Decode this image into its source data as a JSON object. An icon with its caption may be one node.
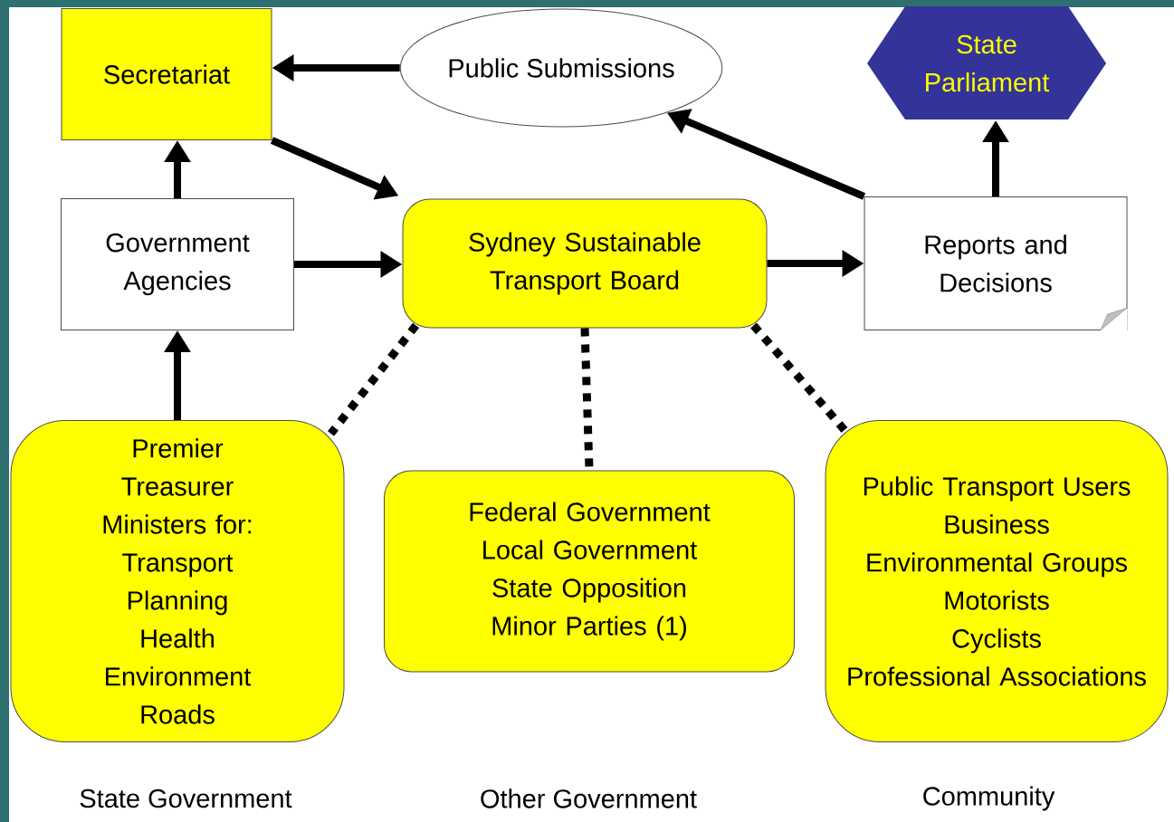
{
  "diagram": {
    "nodes": [
      {
        "text": [
          "Secretariat"
        ]
      },
      {
        "text": [
          "Public Submissions"
        ]
      },
      {
        "text": [
          "State Parliament"
        ]
      },
      {
        "text": [
          "Government Agencies"
        ]
      },
      {
        "text": [
          "Sydney Sustainable Transport Board"
        ]
      },
      {
        "text": [
          "Reports and Decisions"
        ]
      },
      {
        "text": [
          "Premier",
          "Treasurer",
          "Ministers for:",
          "Transport",
          "Planning",
          "Health",
          "Environment",
          "Roads"
        ]
      },
      {
        "text": [
          "Federal Government",
          "Local Government",
          "State Opposition",
          "Minor Parties (1)"
        ]
      },
      {
        "text": [
          "Public Transport Users",
          "Business",
          "Environmental Groups",
          "Motorists",
          "Cyclists",
          "Professional Associations"
        ]
      }
    ],
    "edges": [
      {
        "from": 1,
        "to": 0,
        "arrow": "to"
      },
      {
        "from": 0,
        "to": 4,
        "arrow": "to"
      },
      {
        "from": 3,
        "to": 0,
        "arrow": "to"
      },
      {
        "from": 3,
        "to": 4,
        "arrow": "to"
      },
      {
        "from": 6,
        "to": 3,
        "arrow": "to"
      },
      {
        "from": 4,
        "to": 5,
        "arrow": "to"
      },
      {
        "from": 5,
        "to": 1,
        "arrow": "to"
      },
      {
        "from": 5,
        "to": 2,
        "arrow": "to"
      },
      {
        "from": 4,
        "to": 6,
        "arrow": "none",
        "style": "dashed"
      },
      {
        "from": 4,
        "to": 7,
        "arrow": "none",
        "style": "dashed"
      },
      {
        "from": 4,
        "to": 8,
        "arrow": "none",
        "style": "dashed"
      }
    ],
    "labels": [
      "State Government",
      "Other Government",
      "Community"
    ]
  }
}
